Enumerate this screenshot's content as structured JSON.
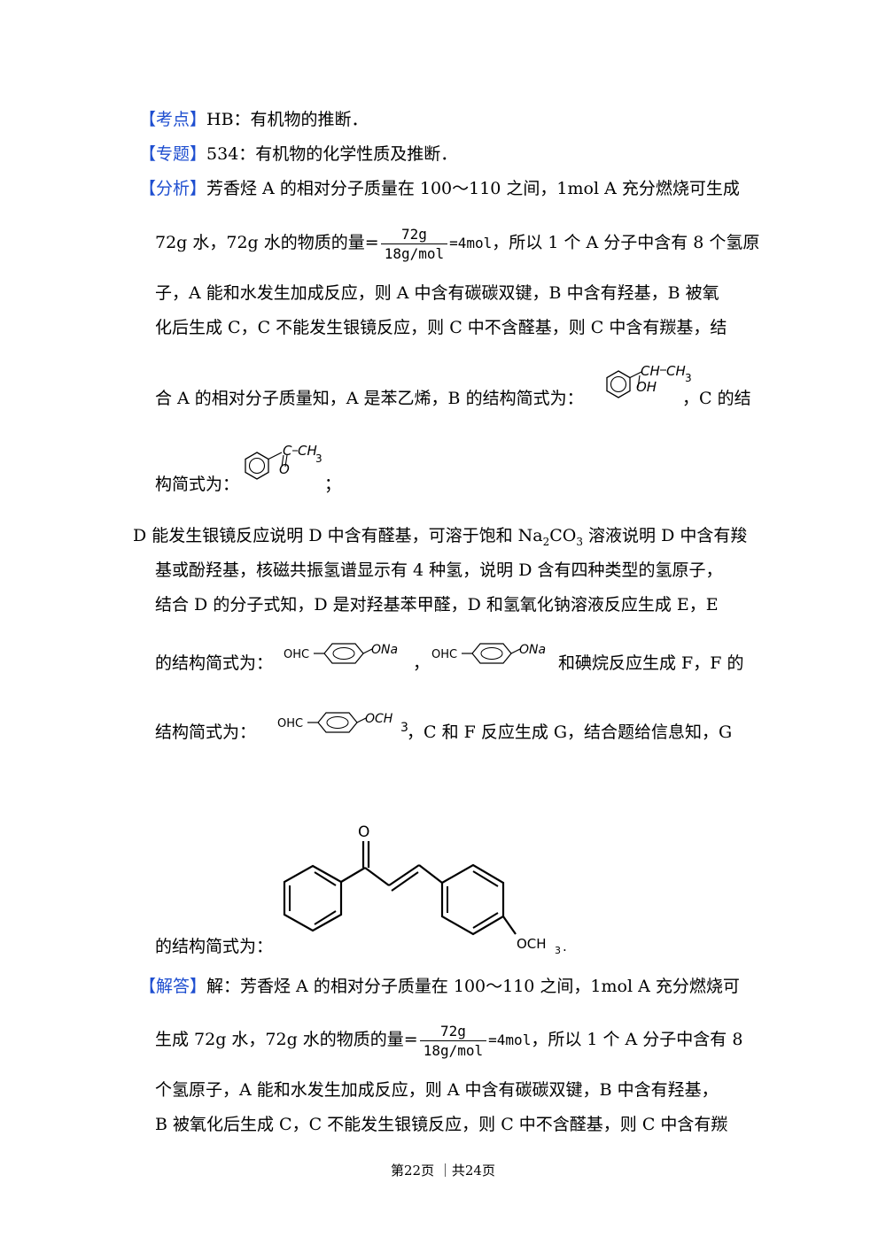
{
  "l1": {
    "tag": "【考点】",
    "text": "HB：有机物的推断．"
  },
  "l2": {
    "tag": "【专题】",
    "text": "534：有机物的化学性质及推断．"
  },
  "l3": {
    "tag": "【分析】",
    "text": "芳香烃 A 的相对分子质量在 100～110 之间，1mol A 充分燃烧可生成"
  },
  "l4": {
    "pre": "72g 水，72g 水的物质的量=",
    "num": "72g",
    "den": "18g/mol",
    "eq": "=4mol",
    "post": "，所以 1 个 A 分子中含有 8 个氢原"
  },
  "l5": "子，A 能和水发生加成反应，则 A 中含有碳碳双键，B 中含有羟基，B 被氧",
  "l6": "化后生成 C，C 不能发生银镜反应，则 C 中不含醛基，则 C 中含有羰基，结",
  "l7": {
    "pre": "合 A 的相对分子质量知，A 是苯乙烯，B 的结构简式为：",
    "post": "，C 的结"
  },
  "l8": {
    "pre": "构简式为：",
    "post": "；"
  },
  "l9": {
    "pre": "D 能发生银镜反应说明 D 中含有醛基，可溶于饱和 Na",
    "sub2": "2",
    "mid": "CO",
    "sub3": "3",
    "post": " 溶液说明 D 中含有羧"
  },
  "l10": "基或酚羟基，核磁共振氢谱显示有 4 种氢，说明 D 含有四种类型的氢原子，",
  "l11": "结合 D 的分子式知，D 是对羟基苯甲醛，D 和氢氧化钠溶液反应生成 E，E",
  "l12": {
    "pre": "的结构简式为：",
    "sep": "，",
    "post": "和碘烷反应生成 F，F 的"
  },
  "l13": {
    "pre": "结构简式为：",
    "post": "，C 和 F 反应生成 G，结合题给信息知，G"
  },
  "l14": {
    "pre": "的结构简式为："
  },
  "l15": {
    "tag": "【解答】",
    "text": "解：芳香烃 A 的相对分子质量在 100～110 之间，1mol A 充分燃烧可"
  },
  "l16": {
    "pre": "生成 72g 水，72g 水的物质的量=",
    "num": "72g",
    "den": "18g/mol",
    "eq": "=4mol",
    "post": "，所以 1 个 A 分子中含有 8"
  },
  "l17": "个氢原子，A 能和水发生加成反应，则 A 中含有碳碳双键，B 中含有羟基，",
  "l18": "B 被氧化后生成 C，C 不能发生银镜反应，则 C 中不含醛基，则 C 中含有羰",
  "struct": {
    "b": {
      "ch": "CH",
      "ch3": "CH",
      "sub3": "3",
      "oh": "OH"
    },
    "c": {
      "c": "C",
      "ch3": "CH",
      "sub3": "3",
      "o": "O"
    },
    "e1": {
      "ohc": "OHC",
      "ona": "ONa"
    },
    "e2": {
      "ohc": "OHC",
      "ona": "ONa"
    },
    "f": {
      "ohc": "OHC",
      "och": "OCH",
      "sub3": "3"
    },
    "g": {
      "o": "O",
      "och3": "OCH",
      "sub3": "3",
      "dot": "."
    }
  },
  "footer": "第22页 ｜共24页"
}
